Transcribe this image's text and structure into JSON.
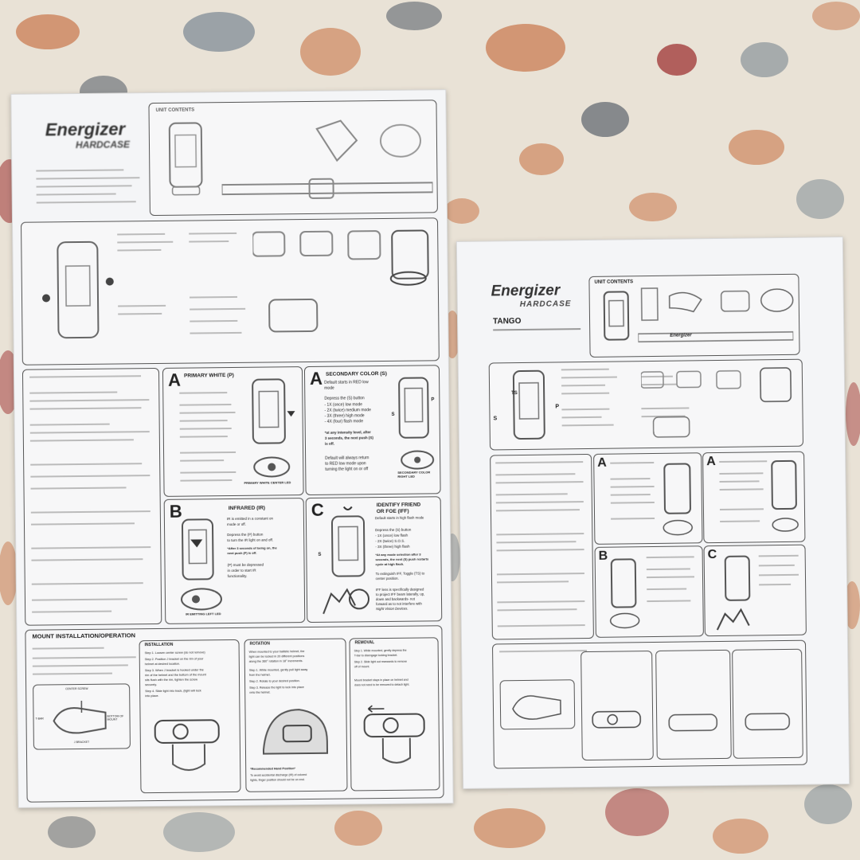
{
  "colors": {
    "carpet": "#e9e2d6",
    "paper": "#f4f5f7",
    "ink": "#222222",
    "carpet_accents": [
      "#c46a3a",
      "#7d8a93",
      "#9b2c2c",
      "#4b5560"
    ]
  },
  "left_sheet": {
    "brand": "Energizer",
    "sub_brand": "HARDCASE",
    "unit_contents_title": "UNIT CONTENTS",
    "section_a1": {
      "letter": "A",
      "title": "PRIMARY WHITE (P)",
      "led_label": "PRIMARY WHITE CENTER LED"
    },
    "section_a2": {
      "letter": "A",
      "title": "SECONDARY COLOR (S)",
      "line1": "Default starts in RED low",
      "line2": "mode",
      "depress": "Depress the (S) button",
      "m1": "- 1X (once) low mode",
      "m2": "- 2X (twice) medium mode",
      "m3": "- 3X (three) high mode",
      "m4": "- 4X (four) flash mode",
      "note1": "*at any intensity level, after",
      "note2": "3 seconds, the next push (S)",
      "note3": "is off.",
      "ret1": "Default will always return",
      "ret2": "to RED low mode upon",
      "ret3": "turning the light on or off",
      "led_label": "SECONDARY COLOR RIGHT LED",
      "badge_s": "S",
      "badge_p": "P"
    },
    "section_b": {
      "letter": "B",
      "title": "INFRARED (IR)",
      "l1": "IR is emitted in a constant on",
      "l2": "mode or off.",
      "l3": "Depress the (P) button",
      "l4": "to turn the IR light on and off.",
      "l5": "*After 3 seconds of being on, the",
      "l6": "next push (P) is off.",
      "l7": "(P) must be depressed",
      "l8": "in order to start IR",
      "l9": "functionality.",
      "led_label": "IR EMITTING LEFT LED"
    },
    "section_c": {
      "letter": "C",
      "title1": "IDENTIFY FRIEND",
      "title2": "OR FOE (IFF)",
      "l1": "Default starts in high flash mode",
      "l2": "Depress the (S) button",
      "l3": "- 1X (once) low flash",
      "l4": "- 2X (twice) S.O.S.",
      "l5": "- 3X (three) high flash",
      "l6": "*At any mode selection after 3",
      "l7": "seconds, the next (S) push restarts",
      "l8": "cycle at high flash.",
      "l9": "To extinguish IFF, Toggle (TS) to",
      "l10": "center position.",
      "l11": "IFF lens is specifically designed",
      "l12": "to project IFF beam laterally, up,",
      "l13": "down and backwards- not",
      "l14": "forward as to not interfere with",
      "l15": "Night Vision Devices.",
      "badge_s": "S"
    },
    "mount": {
      "title": "MOUNT INSTALLATION/OPERATION",
      "installation": {
        "title": "INSTALLATION",
        "s1": "Step 1. Loosen center screw (do not remove)",
        "s2": "Step 2. Position J bracket on the rim of your",
        "s2b": "helmet at desired location.",
        "s3": "Step 3. When J bracket is hooked under the",
        "s3b": "rim of the helmet and the bottom of the mount",
        "s3c": "sits flush with the rim, tighten the screw",
        "s3d": "securely.",
        "s4": "Step 4. Slide light into track, (light will lock",
        "s4b": "into place."
      },
      "rotation": {
        "title": "ROTATION",
        "l1": "When mounted to your ballistic helmet, the",
        "l2": "light can be locked in 20 different positions",
        "l3": "along the 360° rotation in 18° increments.",
        "s1": "Step 1. While mounted, gently pull light away",
        "s1b": "from the helmet.",
        "s2": "Step 2. Rotate to your desired position.",
        "s3": "Step 3. Release the light to lock into place",
        "s3b": "onto the helmet.",
        "rec": "*Recommended Hand Position*",
        "rec2": "To avoid accidental discharge (IR) of colored",
        "rec3": "lights, finger position should not be on end."
      },
      "removal": {
        "title": "REMOVAL",
        "s1": "Step 1. While mounted, gently depress the",
        "s1b": "T-bar to disengage locking bracket.",
        "s2": "Step 2. Slide light out rearwards to remove",
        "s2b": "off of mount.",
        "l1": "Mount bracket stays in place on helmet and",
        "l2": "does not need to be removed to detach light."
      },
      "diagram": {
        "center_screw": "CENTER SCREW",
        "t_bar": "T-BAR",
        "bottom": "BOTTOM OF MOUNT",
        "j_bracket": "J BRACKET"
      }
    }
  },
  "right_sheet": {
    "brand": "Energizer",
    "sub_brand": "HARDCASE",
    "model": "TANGO",
    "unit_contents_title": "UNIT CONTENTS",
    "strap_text": "Energizer",
    "letters": [
      "A",
      "A",
      "B",
      "C"
    ],
    "badge_s": "S",
    "badge_p": "P",
    "badge_ts": "TS"
  }
}
